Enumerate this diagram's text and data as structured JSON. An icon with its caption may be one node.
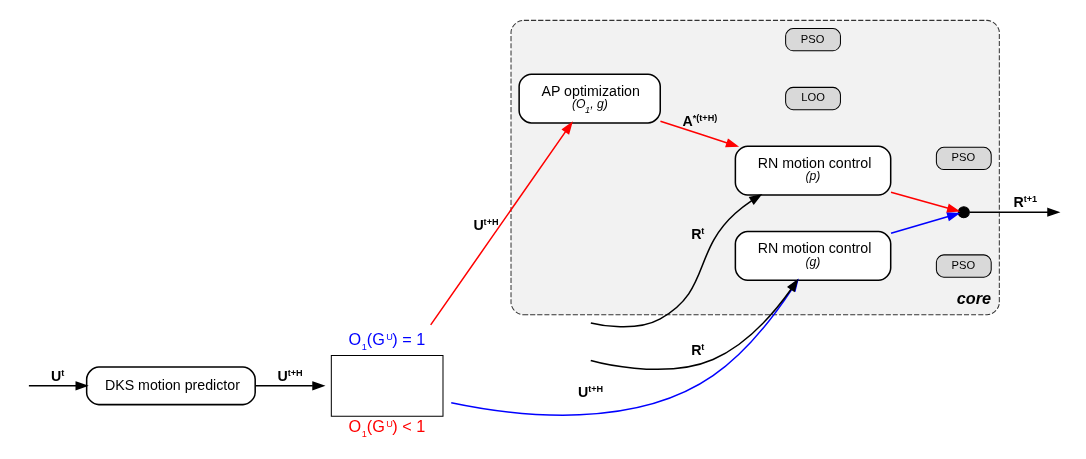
{
  "diagram": {
    "nodes": [
      {
        "text": [
          "core"
        ]
      },
      {
        "text": [
          "DKS motion predictor"
        ]
      },
      {
        "text": [],
        "shape": "box",
        "beside": [
          "O$_{1}$(G$^{U}$) = 1",
          "O$_{1}$(G$^{U}$) < 1"
        ]
      },
      {
        "text": [
          "RN motion control",
          "(g)"
        ],
        "in": 0
      },
      {
        "text": [
          "PSO"
        ],
        "in": 0
      },
      {
        "text": [
          "AP optimization",
          "(O$_{1}$, g)"
        ],
        "in": 0
      },
      {
        "text": [
          "LOO"
        ],
        "in": 0
      },
      {
        "text": [
          "PSO"
        ],
        "in": 0
      },
      {
        "text": [
          "RN motion control",
          "(p)"
        ],
        "in": 0
      },
      {
        "text": [
          "PSO"
        ],
        "in": 0
      },
      {
        "text": [],
        "shape": "circle",
        "in": 0
      }
    ],
    "edges": [
      {
        "from": null,
        "to": 1,
        "arrow": "to",
        "label": "U$^{t}$"
      },
      {
        "from": 1,
        "to": 2,
        "arrow": "to",
        "label": "U$^{t+H}$"
      },
      {
        "from": 2,
        "to": 3,
        "arrow": "to",
        "label": "U$^{t+H}$",
        "color": "#0000ff"
      },
      {
        "from": 2,
        "to": 5,
        "arrow": "to",
        "label": "U$^{t+H}$",
        "color": "#ff0000"
      },
      {
        "from": 5,
        "to": 8,
        "arrow": "to",
        "label": "A$^{*(t+H)}$",
        "color": "#ff0000"
      },
      {
        "from": null,
        "to": 3,
        "arrow": "to",
        "label": "R$^{t}$"
      },
      {
        "from": null,
        "to": 8,
        "arrow": "to",
        "label": "R$^{t}$"
      },
      {
        "from": 3,
        "to": 10,
        "arrow": "to",
        "color": "#0000ff"
      },
      {
        "from": 8,
        "to": 10,
        "arrow": "to",
        "color": "#ff0000"
      },
      {
        "from": 10,
        "to": null,
        "arrow": "to",
        "label": "R$^{t+1}$"
      }
    ]
  }
}
